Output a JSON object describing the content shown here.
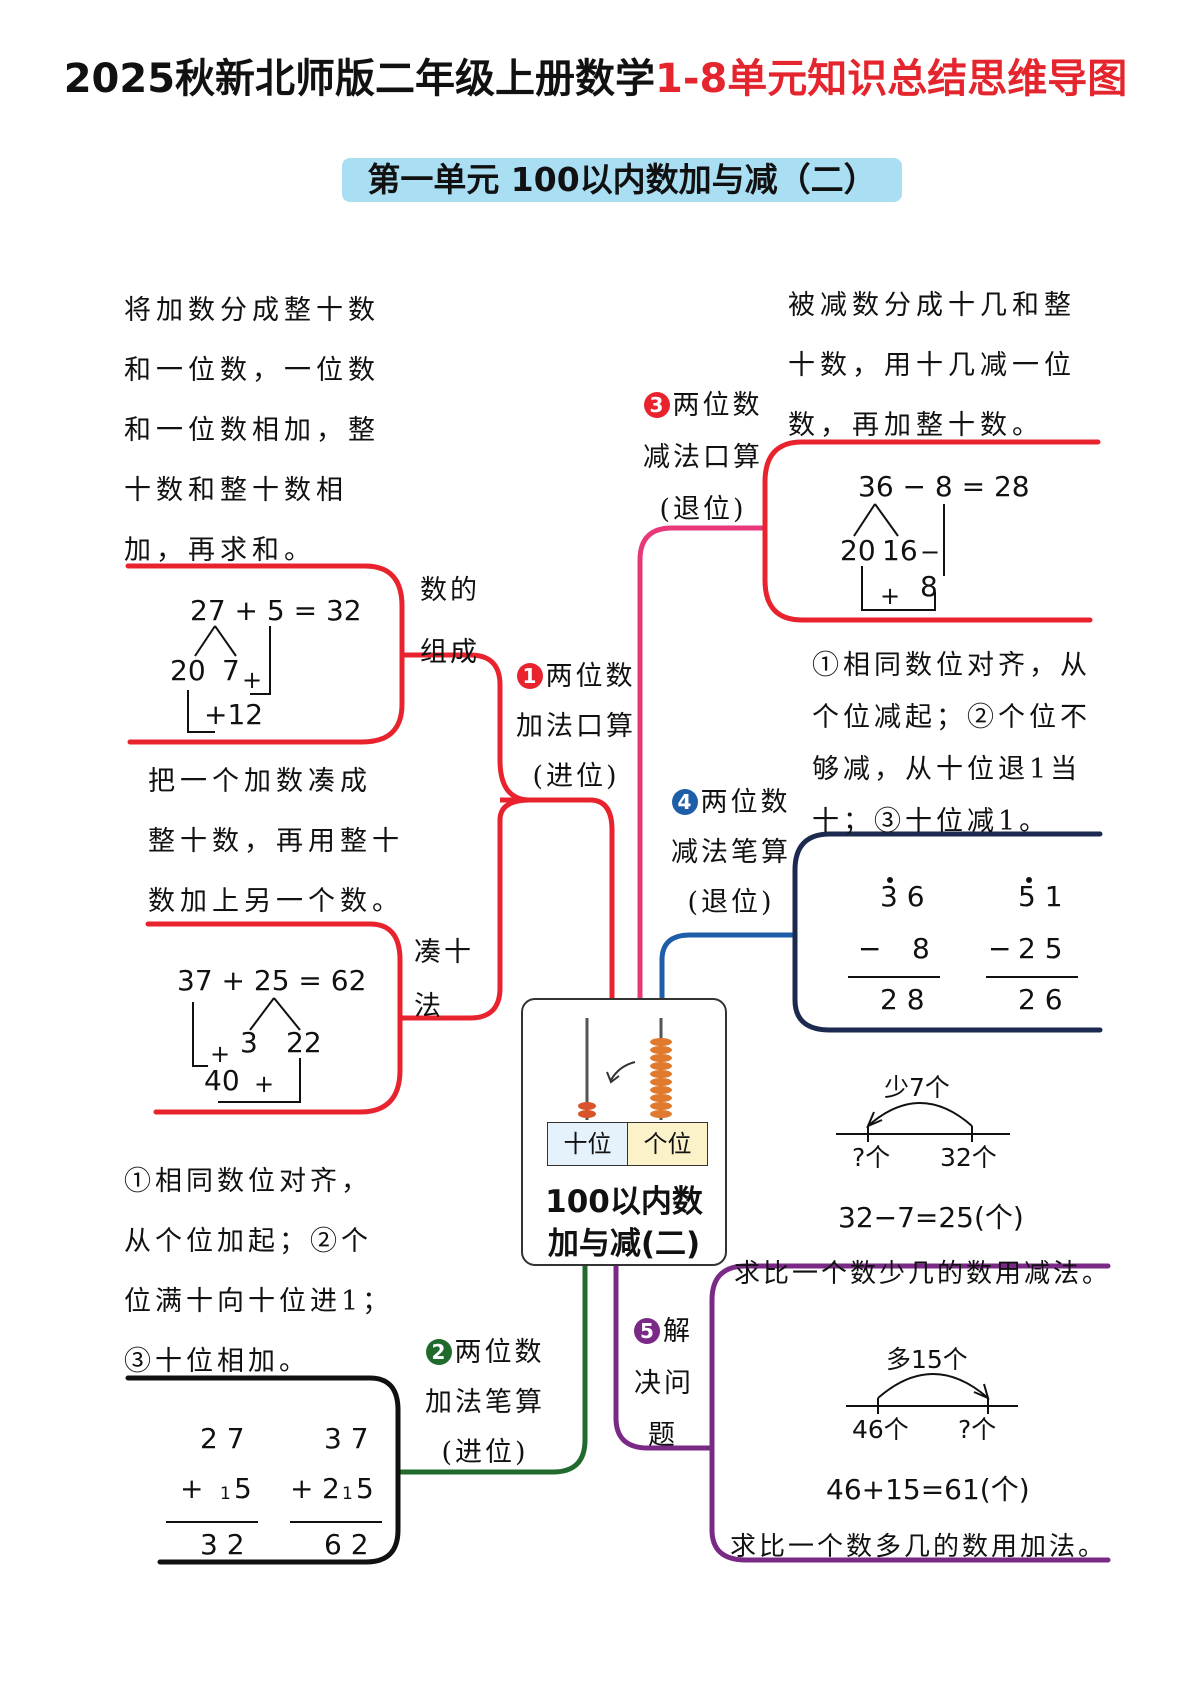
{
  "header": {
    "title_main": "2025秋新北师版二年级上册数学",
    "title_highlight": "1-8单元知识总结思维导图",
    "unit_title": "第一单元 100以内数加与减（二）"
  },
  "center": {
    "title_line1": "100以内数",
    "title_line2": "加与减(二)",
    "tens_label": "十位",
    "ones_label": "个位"
  },
  "branch1": {
    "badge": "1",
    "label_lines": [
      "两位数",
      "加法口算",
      "(进位)"
    ],
    "sub_decompose": {
      "label_lines": [
        "数的",
        "组成"
      ],
      "desc_lines": [
        "将加数分成整十数",
        "和一位数，一位数",
        "和一位数相加，整",
        "十数和整十数相",
        "加，再求和。"
      ],
      "equation": "27 + 5 = 32",
      "parts": [
        "20",
        "7",
        "+",
        "+12"
      ]
    },
    "sub_make_ten": {
      "label_lines": [
        "凑十",
        "法"
      ],
      "desc_lines": [
        "把一个加数凑成",
        "整十数，再用整十",
        "数加上另一个数。"
      ],
      "equation": "37 + 25 = 62",
      "parts": [
        "+",
        "3",
        "22",
        "40",
        "+"
      ]
    }
  },
  "branch2": {
    "badge": "2",
    "label_lines": [
      "两位数",
      "加法笔算",
      "(进位)"
    ],
    "desc_lines": [
      "①相同数位对齐，",
      "从个位加起；②个",
      "位满十向十位进1；",
      "③十位相加。"
    ],
    "calc1": {
      "top": "2 7",
      "op": "+",
      "sub": "1",
      "bottom": "5",
      "result": "3 2"
    },
    "calc2": {
      "top": "3 7",
      "op": "+",
      "b1": "2",
      "sub": "1",
      "b2": "5",
      "result": "6 2"
    }
  },
  "branch3": {
    "badge": "3",
    "label_lines": [
      "两位数",
      "减法口算",
      "(退位)"
    ],
    "desc_lines": [
      "被减数分成十几和整",
      "十数，用十几减一位",
      "数，再加整十数。"
    ],
    "equation": "36 − 8 = 28",
    "parts": [
      "20",
      "16",
      "−",
      "8",
      "+"
    ]
  },
  "branch4": {
    "badge": "4",
    "label_lines": [
      "两位数",
      "减法笔算",
      "(退位)"
    ],
    "desc_lines": [
      "①相同数位对齐，从",
      "个位减起；②个位不",
      "够减，从十位退1当",
      "十；③十位减1。"
    ],
    "calc1": {
      "top": "3 6",
      "op": "−",
      "bottom": "8",
      "result": "2 8"
    },
    "calc2": {
      "top": "5 1",
      "op": "−",
      "bottom": "2 5",
      "result": "2 6"
    }
  },
  "branch5": {
    "badge": "5",
    "label_lines": [
      "解",
      "决问",
      "题"
    ],
    "diagram1": {
      "diff": "少7个",
      "left": "?个",
      "right": "32个",
      "equation": "32−7=25(个)",
      "rule": "求比一个数少几的数用减法。"
    },
    "diagram2": {
      "diff": "多15个",
      "left": "46个",
      "right": "?个",
      "equation": "46+15=61(个)",
      "rule": "求比一个数多几的数用加法。"
    }
  },
  "colors": {
    "red": "#e8232e",
    "pink": "#e8387a",
    "navy": "#1b2a4e",
    "blue": "#1e5ea8",
    "green": "#1f6a2c",
    "purple": "#7a2a86",
    "highlight": "#a9def3"
  }
}
